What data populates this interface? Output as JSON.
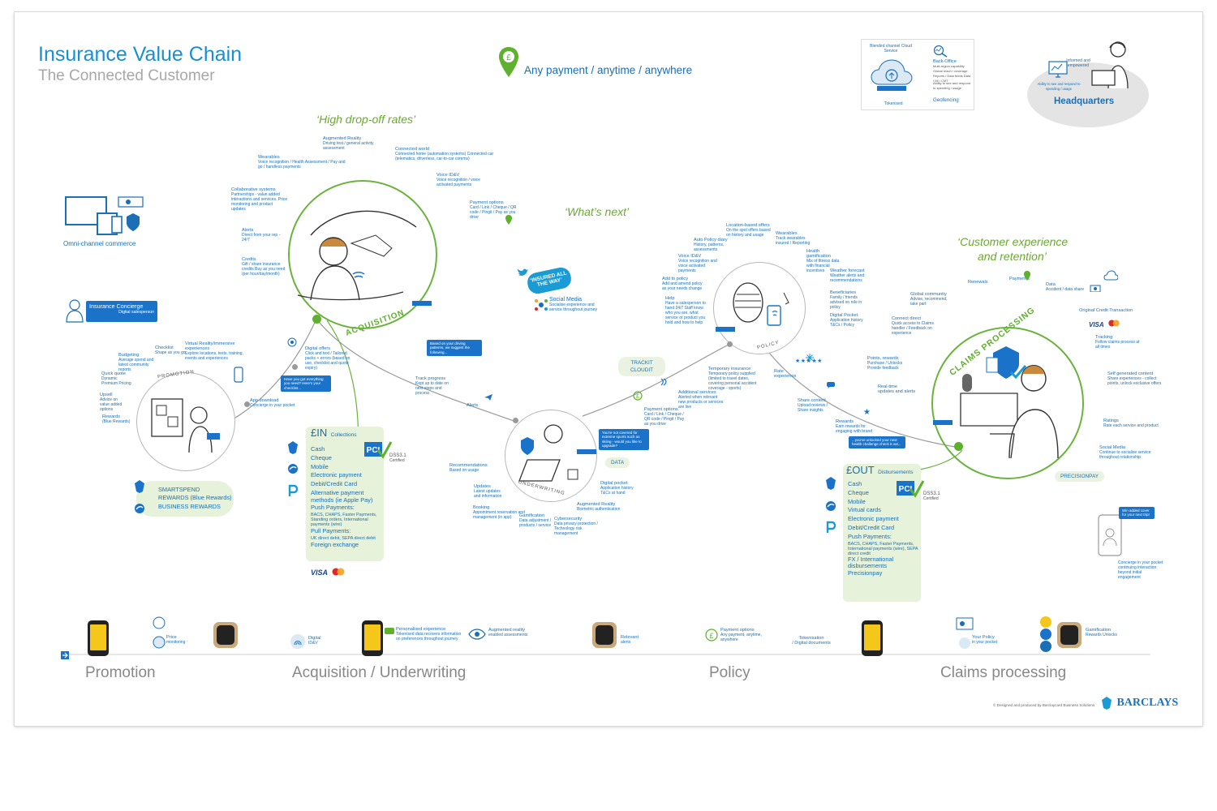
{
  "header": {
    "title": "Insurance Value Chain",
    "subtitle": "The Connected Customer",
    "payment_tagline": "Any payment / anytime / anywhere"
  },
  "hq": {
    "cloud_title": "Blended channel Cloud Service",
    "backoffice_title": "Back-Office",
    "backoffice_text": "Multi-region capability Global reach / coverage Reports / Data feeds Data / MI / CMT",
    "respond_text": "Ability to see and respond to spending / usage",
    "token_label": "Tokenised",
    "geofencing": "Geofencing",
    "hq_left_text": "Ability to see and respond to spending / usage",
    "hq_right_text": "Informed and empowered",
    "hq_label": "Headquarters"
  },
  "quotes": {
    "drop_off": "‘High drop-off rates’",
    "whats_next": "‘What’s next’",
    "cx_line1": "‘Customer experience",
    "cx_line2": "and retention’"
  },
  "left": {
    "omni": "Omni-channel commerce",
    "concierge_title": "Insurance Concierge",
    "concierge_sub": "Digital salesperson"
  },
  "acquisition": {
    "label": "ACQUISITION",
    "items": [
      {
        "title": "Augmented Reality",
        "text": "Driving test / general activity assessment"
      },
      {
        "title": "Connected world",
        "text": "Connected home (automation systems) Connected car (telematics, driverless, car-to-car comms)"
      },
      {
        "title": "Wearables",
        "text": "Voice recognition / Health Assessment / Pay and go / handless payments"
      },
      {
        "title": "Voice ID&V",
        "text": "Voice recognition / voice activated payments"
      },
      {
        "title": "Collaborative systems",
        "text": "Partnerships - value added interactions and services. Price monitoring and product updates"
      },
      {
        "title": "Payment options",
        "text": "Card / Link / Cheque / QR code / Pingit / Pay as you drive"
      },
      {
        "title": "Alerts",
        "text": "Direct from your rep - 24/7"
      },
      {
        "title": "Credits",
        "text": "Gift / share insurance credits Buy as you need (per hour/day/month)"
      }
    ]
  },
  "promotion": {
    "label": "PROMOTION",
    "items": [
      {
        "title": "Checklist",
        "text": "Shape as you go"
      },
      {
        "title": "Virtual Reality/immersive experiences",
        "text": "Explore locations, tests, training, events and experiences"
      },
      {
        "title": "Budgeting",
        "text": "Average spend and latest community reports"
      },
      {
        "title": "Quick quote",
        "text": "Dynamic Premium Pricing"
      },
      {
        "title": "Upsell",
        "text": "Advice on value added options"
      },
      {
        "title": "Rewards",
        "text": "(Blue Rewards)"
      },
      {
        "title": "Digital offers",
        "text": "Click and text / Tailored packs + errors (based on use, checklist and quote expiry)"
      },
      {
        "title": "App download",
        "text": "Concierge in your pocket"
      }
    ],
    "callout": "Have you got everything you need? Here's your checklist..."
  },
  "rewards_box": [
    "SMARTSPEND",
    "REWARDS (Blue Rewards)",
    "BUSINESS REWARDS"
  ],
  "collections": {
    "title": "£IN",
    "title_sub": "Collections",
    "pci": "DSS3.1",
    "pci_sub": "Certified",
    "items": [
      "Cash",
      "Cheque",
      "Mobile",
      "Electronic payment",
      "Debit/Credit Card",
      "Alternative payment methods (ie Apple Pay)",
      "Push Payments:"
    ],
    "push_sub": "BACS, CHAPS, Faster Payments, Standing orders, International payments (wire)",
    "pull": "Pull Payments:",
    "pull_sub": "UK direct debit, SEPA direct debit",
    "fx": "Foreign exchange",
    "cards": "VISA"
  },
  "underwriting": {
    "label": "UNDERWRITING",
    "social_bubble": "‘INSURED ALL THE WAY’",
    "social_title": "Social Media",
    "social_text": "Socialise experience and service throughout journey",
    "callout1": "Based on your driving patterns, we suggest the following...",
    "callout2": "You're not covered for extreme sports such as skiing - would you like to upgrade?",
    "trackit": "TRACKIT CLOUDIT",
    "data_tag": "DATA",
    "items": [
      {
        "title": "Track progress",
        "text": "Kept up to date on next steps and process"
      },
      {
        "title": "Alerts",
        "text": ""
      },
      {
        "title": "Recommendations",
        "text": "Based on usage"
      },
      {
        "title": "Updates",
        "text": "Latest updates and information"
      },
      {
        "title": "Booking",
        "text": "Appointment reservation and management (in app)"
      },
      {
        "title": "Gamification",
        "text": "Data adjustment / products / service"
      },
      {
        "title": "Cybersecurity",
        "text": "Data privacy protection / Technology risk management"
      },
      {
        "title": "Augmented Reality",
        "text": "Biometric authentication"
      },
      {
        "title": "Digital pocket",
        "text": "Application history T&Cs at hand"
      }
    ]
  },
  "policy": {
    "label": "POLICY",
    "items": [
      {
        "title": "Location-based offers",
        "text": "On the spot offers based on history and usage"
      },
      {
        "title": "Wearables",
        "text": "Track wearables insured / Reporting"
      },
      {
        "title": "Auto Policy diary",
        "text": "History, patterns, assessments"
      },
      {
        "title": "Health gamification",
        "text": "Mix of fitness data with financial incentives"
      },
      {
        "title": "Voice ID&V",
        "text": "Voice recognition and voice activated payments"
      },
      {
        "title": "Add to policy",
        "text": "Add and amend policy as your needs change"
      },
      {
        "title": "Weather forecast",
        "text": "Weather alerts and recommendations"
      },
      {
        "title": "Help",
        "text": "Have a salesperson to hand 24/7 Staff know who you are, what service or product you hold and how to help"
      },
      {
        "title": "Beneficiaries",
        "text": "Family / friends advised on role in policy"
      },
      {
        "title": "Digital Pocket",
        "text": "Application history T&Cs / Policy"
      },
      {
        "title": "Temporary insurance",
        "text": "Temporary policy supplied (limited to travel dates, covering personal accident coverage - sports)"
      },
      {
        "title": "Payment options",
        "text": "Card / Link / Cheque / QR code / Pingit / Pay as you drive"
      },
      {
        "title": "Additional services",
        "text": "Alerted when relevant new products or services are live"
      },
      {
        "title": "Rate experience",
        "text": ""
      },
      {
        "title": "Share content",
        "text": "Upload reviews / Share insights"
      },
      {
        "title": "Rewards",
        "text": "Earn rewards for engaging with brand"
      }
    ],
    "stars": "★★★★★",
    "callout": "...you've unlocked your next health challenge check it out..."
  },
  "claims": {
    "label": "CLAIMS PROCESSING",
    "items": [
      {
        "title": "Renewals",
        "text": ""
      },
      {
        "title": "Payments",
        "text": ""
      },
      {
        "title": "Data",
        "text": "Accident / data share"
      },
      {
        "title": "Global community",
        "text": "Advise, recommend, take part"
      },
      {
        "title": "Original Credit Transaction",
        "text": ""
      },
      {
        "title": "Connect direct",
        "text": "Quick access to Claims handler / Feedback on experience"
      },
      {
        "title": "Tracking",
        "text": "Follow claims process at all times"
      },
      {
        "title": "Points, rewards",
        "text": "Purchase / Unlocks Provide feedback"
      },
      {
        "title": "Self generated content",
        "text": "Share experiences - collect points, unlock exclusive offers"
      },
      {
        "title": "Real-time",
        "text": "updates and alerts"
      },
      {
        "title": "Ratings",
        "text": "Rate each service and product"
      },
      {
        "title": "Social Media",
        "text": "Continue to socialise service throughout relationship"
      }
    ],
    "precisionpay": "PRECISIONPAY",
    "win_callout": "Win added cover for your next trip!",
    "concierge_text": "Concierge in your pocket continuing interaction beyond initial engagement"
  },
  "disbursements": {
    "title": "£OUT",
    "title_sub": "Disbursements",
    "pci": "DSS3.1",
    "pci_sub": "Certified",
    "items": [
      "Cash",
      "Cheque",
      "Mobile",
      "Virtual cards",
      "Electronic payment",
      "Debit/Credit Card",
      "Push Payments:"
    ],
    "push_sub": "BACS, CHAPS, Faster Payments, International payments (wire), SEPA direct credit",
    "fx": "FX / International disbursements",
    "precisionpay": "Precisionpay"
  },
  "bottom": {
    "stages": [
      "Promotion",
      "Acquisition / Underwriting",
      "Policy",
      "Claims processing"
    ],
    "features": [
      {
        "title": "Price",
        "text": "monitoring"
      },
      {
        "title": "Digital",
        "text": "ID&V"
      },
      {
        "title": "Personalised experience",
        "text": "Tokenised data recovers information on preferences throughout journey"
      },
      {
        "title": "Augmented reality",
        "text": "enabled assessments"
      },
      {
        "title": "Relevant",
        "text": "alerts"
      },
      {
        "title": "Payment options",
        "text": "Any payment, anytime, anywhere"
      },
      {
        "title": "Tokenisation",
        "text": "/ Digital documents"
      },
      {
        "title": "Your Policy",
        "text": "in your pocket"
      },
      {
        "title": "Gamification",
        "text": "Rewards Unlocks"
      }
    ],
    "credit": "© Designed and produced by Barclaycard Business Solutions",
    "brand": "BARCLAYS"
  },
  "colors": {
    "blue": "#1a6fb5",
    "green": "#6ab43e",
    "light_green": "#e6f2d9",
    "grey": "#888888"
  }
}
